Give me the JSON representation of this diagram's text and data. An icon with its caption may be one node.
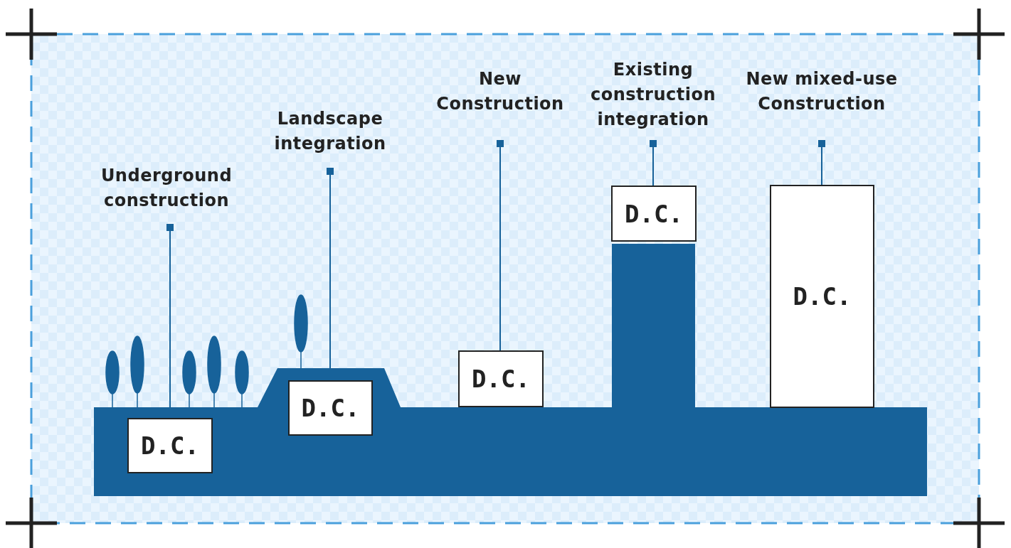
{
  "diagram": {
    "nodes": [
      {
        "text": [
          "Underground construction"
        ]
      },
      {
        "text": [
          "D.C."
        ]
      },
      {
        "text": [
          "Landscape integration"
        ]
      },
      {
        "text": [
          "D.C."
        ]
      },
      {
        "text": [
          "New Construction"
        ]
      },
      {
        "text": [
          "D.C."
        ]
      },
      {
        "text": [
          "Existing construction integration"
        ]
      },
      {
        "text": [
          "D.C."
        ]
      },
      {
        "text": [
          "New mixed-use Construction"
        ]
      },
      {
        "text": [
          "D.C."
        ]
      }
    ],
    "edges": [
      {
        "from": 0,
        "to": 1,
        "arrow": "other"
      },
      {
        "from": 2,
        "to": 3,
        "arrow": "other"
      },
      {
        "from": 4,
        "to": 5,
        "arrow": "other"
      },
      {
        "from": 6,
        "to": 7,
        "arrow": "other"
      },
      {
        "from": 8,
        "to": 9,
        "arrow": "other"
      }
    ]
  }
}
